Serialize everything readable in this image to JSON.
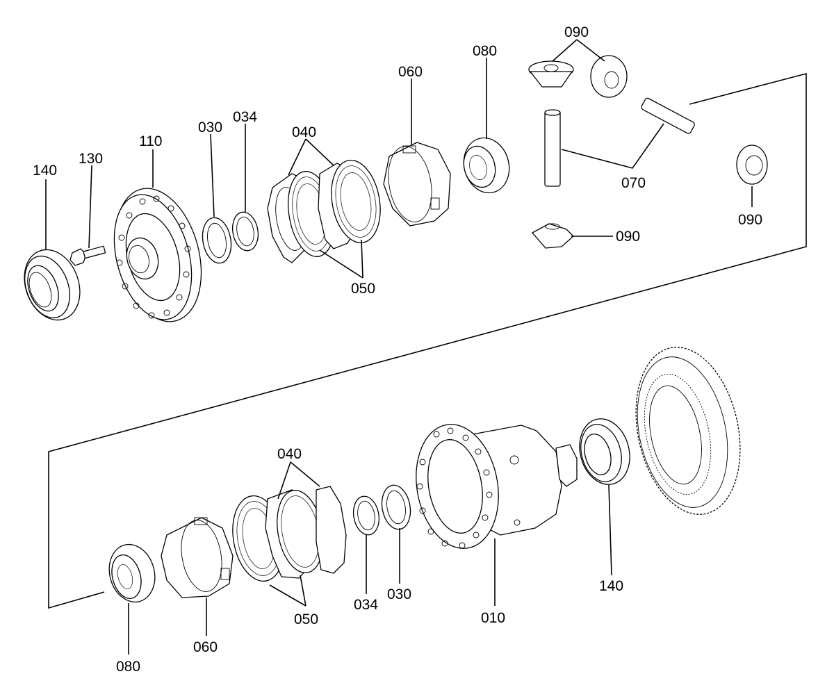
{
  "diagram": {
    "colors": {
      "ink": "#000000",
      "background": "#ffffff"
    },
    "callouts": [
      {
        "id": "l-140a",
        "text": "140"
      },
      {
        "id": "l-130",
        "text": "130"
      },
      {
        "id": "l-110",
        "text": "110"
      },
      {
        "id": "l-030a",
        "text": "030"
      },
      {
        "id": "l-034a",
        "text": "034"
      },
      {
        "id": "l-040a",
        "text": "040"
      },
      {
        "id": "l-050a",
        "text": "050"
      },
      {
        "id": "l-060a",
        "text": "060"
      },
      {
        "id": "l-080a",
        "text": "080"
      },
      {
        "id": "l-090a",
        "text": "090"
      },
      {
        "id": "l-070",
        "text": "070"
      },
      {
        "id": "l-090b",
        "text": "090"
      },
      {
        "id": "l-090c",
        "text": "090"
      },
      {
        "id": "l-040b",
        "text": "040"
      },
      {
        "id": "l-050b",
        "text": "050"
      },
      {
        "id": "l-034b",
        "text": "034"
      },
      {
        "id": "l-030b",
        "text": "030"
      },
      {
        "id": "l-010",
        "text": "010"
      },
      {
        "id": "l-140b",
        "text": "140"
      },
      {
        "id": "l-060b",
        "text": "060"
      },
      {
        "id": "l-080b",
        "text": "080"
      }
    ]
  }
}
